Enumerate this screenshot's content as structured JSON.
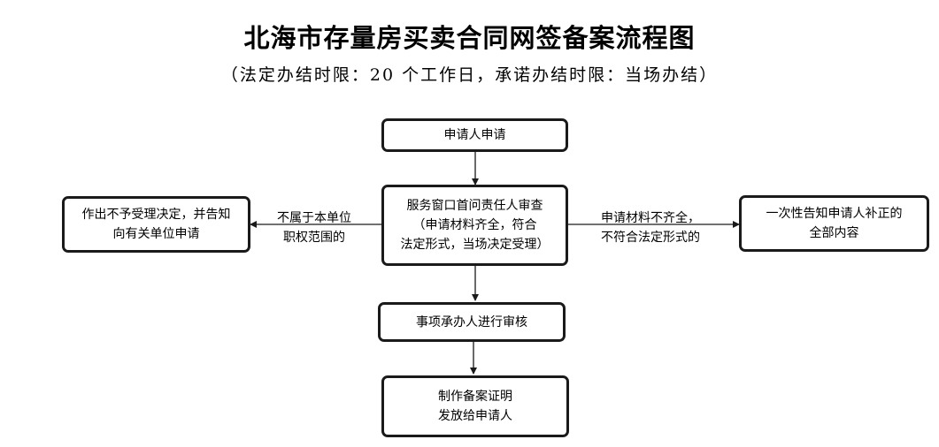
{
  "title": "北海市存量房买卖合同网签备案流程图",
  "subtitle": "（法定办结时限：20 个工作日，承诺办结时限：当场办结）",
  "nodes": {
    "apply": [
      "申请人申请"
    ],
    "review": [
      "服务窗口首问责任人审查",
      "（申请材料齐全，符合",
      "法定形式，当场决定受理）"
    ],
    "reject": [
      "作出不予受理决定，并告知",
      "向有关单位申请"
    ],
    "notify": [
      "一次性告知申请人补正的",
      "全部内容"
    ],
    "examine": [
      "事项承办人进行审核"
    ],
    "issue": [
      "制作备案证明",
      "发放给申请人"
    ]
  },
  "edges": {
    "left_label": [
      "不属于本单位",
      "职权范围的"
    ],
    "right_label": [
      "申请材料不齐全，",
      "不符合法定形式的"
    ]
  }
}
